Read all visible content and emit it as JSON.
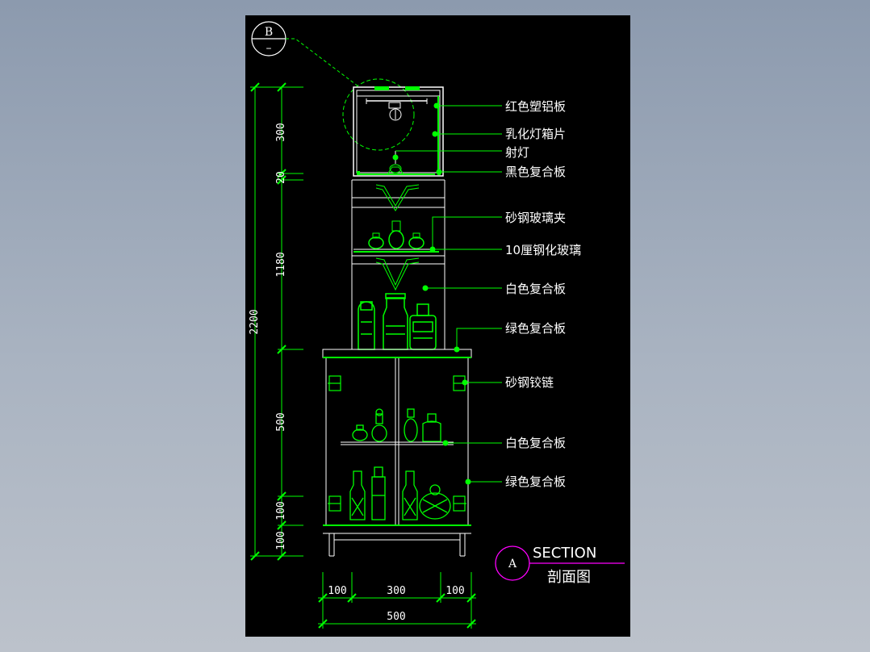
{
  "dims": {
    "v_300": "300",
    "v_20": "20",
    "v_1180": "1180",
    "v_2200": "2200",
    "v_500": "500",
    "v_100a": "100",
    "v_100b": "100",
    "h_100a": "100",
    "h_300": "300",
    "h_100b": "100",
    "h_500": "500"
  },
  "callouts": [
    "红色塑铝板",
    "乳化灯箱片",
    "射灯",
    "黑色复合板",
    "砂钢玻璃夹",
    "10厘钢化玻璃",
    "白色复合板",
    "绿色复合板",
    "砂钢铰链",
    "白色复合板",
    "绿色复合板"
  ],
  "detail_marker": {
    "top": "B",
    "bottom": "–"
  },
  "section": {
    "letter": "A",
    "title": "SECTION",
    "subtitle": "剖面图"
  },
  "colors": {
    "background": "#000000",
    "linework": "#00ff00",
    "text": "#ffffff",
    "section_ring": "#ff00ff",
    "frame": "#ffffff"
  }
}
